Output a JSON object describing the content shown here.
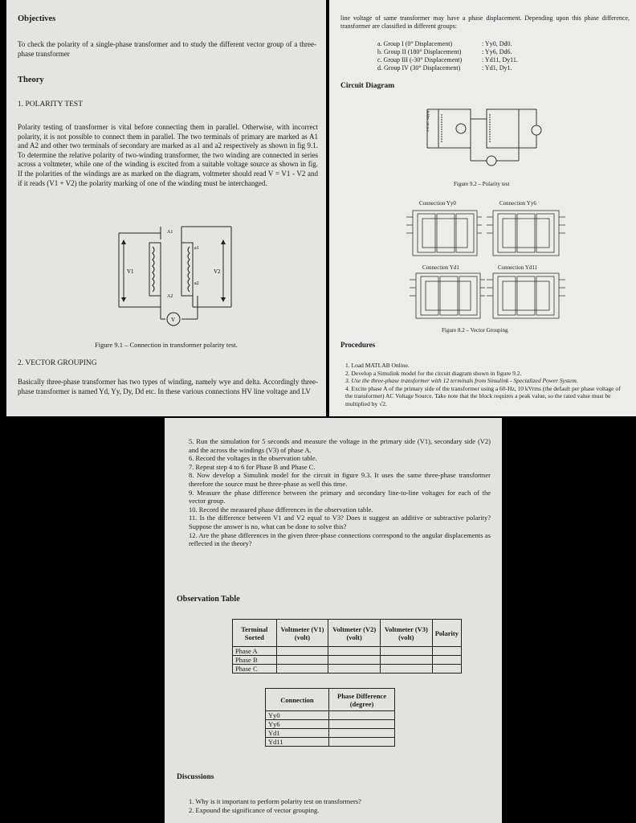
{
  "left": {
    "objectives_title": "Objectives",
    "objectives_text": "To check the polarity of a single-phase transformer and to study the different vector group of a three-phase transformer",
    "theory_title": "Theory",
    "polarity_heading": "1. POLARITY TEST",
    "polarity_text": "Polarity testing of transformer is vital before connecting them in parallel. Otherwise, with incorrect polarity, it is not possible to connect them in parallel. The two terminals of primary are marked as A1 and A2 and other two terminals of secondary are marked as a1 and a2 respectively as shown in fig 9.1. To determine the relative polarity of two-winding transformer, the two winding are connected in series across a voltmeter, while one of the winding is excited from a suitable voltage source as shown in fig. If the polarities of the windings are as marked on the diagram, voltmeter should read V = V1 - V2 and if it reads (V1 + V2) the polarity marking of one of the winding must be interchanged.",
    "fig_labels": {
      "A1": "A1",
      "A2": "A2",
      "a1": "a1",
      "a2": "a2",
      "V1": "V1",
      "V2": "V2",
      "V": "V"
    },
    "figure_caption": "Figure 9.1 – Connection in transformer polarity test.",
    "vector_heading": "2. VECTOR GROUPING",
    "vector_text": "Basically three-phase transformer has two types of winding, namely wye and delta. Accordingly three-phase transformer is named Yd, Yy, Dy, Dd etc. In these various connections HV line voltage and LV"
  },
  "right": {
    "intro_text": "line voltage of same transformer may have a phase displacement. Depending upon this phase difference, transformer are classified in different groups:",
    "groups": [
      {
        "label": "a.  Group I (0° Displacement)",
        "value": ": Yy0, Dd0."
      },
      {
        "label": "b.  Group II (180° Displacement)",
        "value": ": Yy6, Dd6."
      },
      {
        "label": "c.  Group III (-30° Displacement)",
        "value": ": Yd11, Dy11."
      },
      {
        "label": "d.  Group IV (30° Displacement)",
        "value": ": Yd1, Dy1."
      }
    ],
    "circuit_title": "Circuit Diagram",
    "fig92_caption": "Figure 9.2 – Polarity test",
    "conn_labels": [
      "Connection Yy0",
      "Connection Yy6",
      "Connection Yd1",
      "Connection Yd11"
    ],
    "fig82_caption": "Figure 8.2 – Vector Grouping",
    "source_label": "1 Φ AC Supply",
    "procedures_title": "Procedures",
    "procedures": [
      "1.  Load MATLAB Online.",
      "2.  Develop a Simulink model for the circuit diagram shown in figure 9.2.",
      "3.  Use the three-phase transformer with 12 terminals from Simulink - Specialized Power System.",
      "4.  Excite phase A of the primary side of the transformer using a 60-Hz, 10 kVrms (the default per phase voltage of the transformer) AC Voltage Source. Take note that the block requires a peak value, so the rated value must be multiplied by √2."
    ]
  },
  "bottom": {
    "steps": [
      "5.  Run the simulation for 5 seconds and measure the voltage in the primary side (V1), secondary side (V2) and the across the windings (V3) of phase A.",
      "6.  Record the voltages in the observation table.",
      "7.  Repeat step 4 to 6 for Phase B and Phase C.",
      "8.  Now develop a Simulink model for the circuit in figure 9.3. It uses the same three-phase transformer therefore the source must be three-phase as well this time.",
      "9.  Measure the phase difference between the primary and secondary line-to-line voltages for each of the vector group.",
      "10. Record the measured phase differences in the observation table.",
      "11. Is the difference between V1 and V2 equal to V3? Does it suggest an additive or subtractive polarity? Suppose the answer is no, what can be done to solve this?",
      "12. Are the phase differences in the given three-phase connections correspond to the angular displacements as reflected in the theory?"
    ],
    "obs_title": "Observation Table",
    "table1_headers": [
      "Terminal Sorted",
      "Voltmeter (V1) (volt)",
      "Voltmeter (V2) (volt)",
      "Voltmeter (V3) (volt)",
      "Polarity"
    ],
    "table1_rows": [
      "Phase A",
      "Phase B",
      "Phase C"
    ],
    "table2_headers": [
      "Connection",
      "Phase Difference (degree)"
    ],
    "table2_rows": [
      "Yy0",
      "Yy6",
      "Yd1",
      "Yd11"
    ],
    "discussions_title": "Discussions",
    "discussions": [
      "1.  Why is it important to perform polarity test on transformers?",
      "2.  Expound the significance of vector grouping."
    ]
  }
}
